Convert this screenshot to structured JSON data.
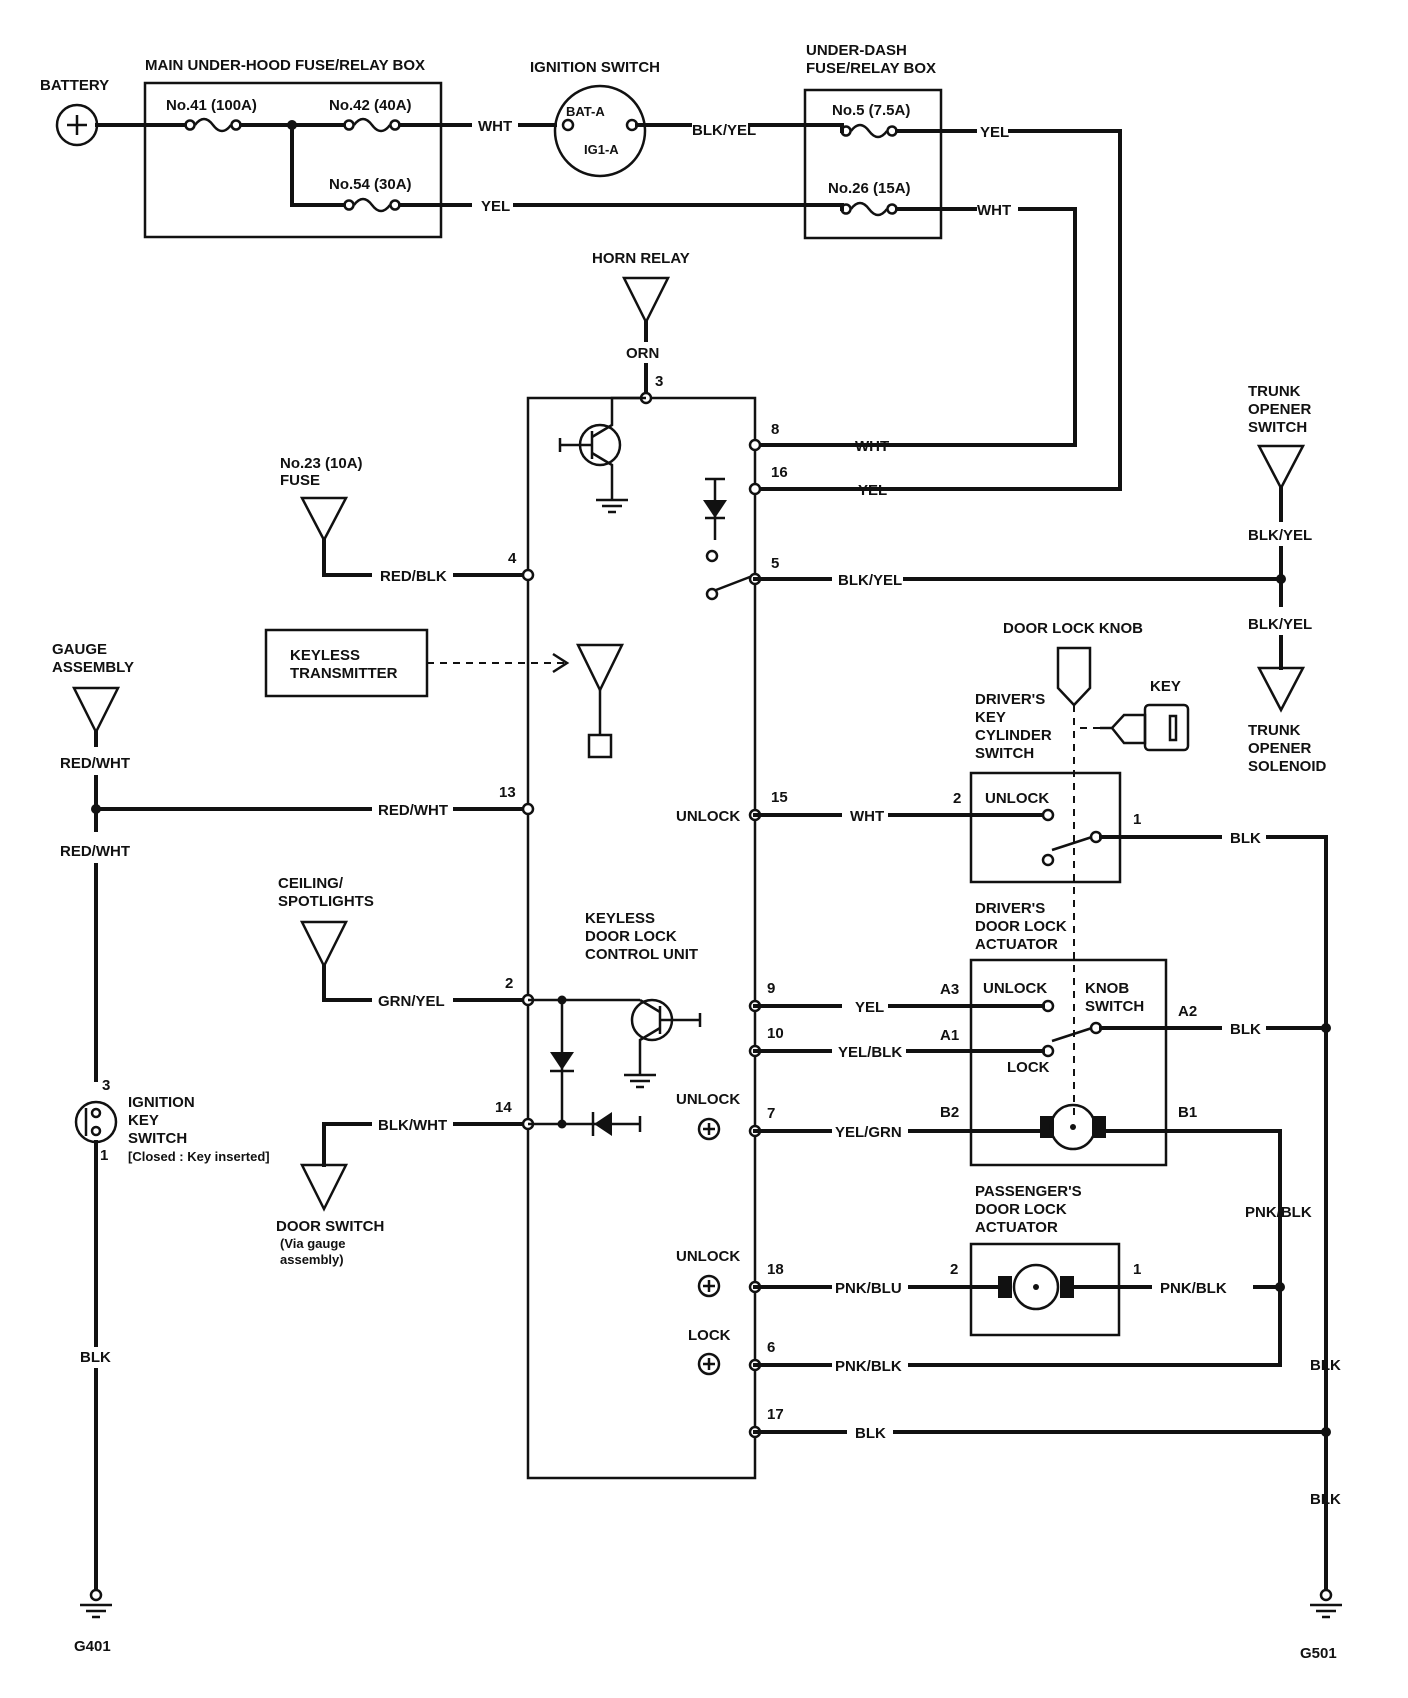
{
  "colors": {
    "ink": "#111111",
    "background": "#ffffff"
  },
  "labels": {
    "battery": "BATTERY",
    "main_fuse_box": "MAIN UNDER-HOOD FUSE/RELAY BOX",
    "fuse_41": "No.41 (100A)",
    "fuse_42": "No.42 (40A)",
    "fuse_54": "No.54 (30A)",
    "ignition_switch": "IGNITION SWITCH",
    "bat_a": "BAT-A",
    "ig1_a": "IG1-A",
    "under_dash_1": "UNDER-DASH",
    "under_dash_2": "FUSE/RELAY BOX",
    "fuse_5": "No.5 (7.5A)",
    "fuse_26": "No.26 (15A)",
    "horn_relay": "HORN RELAY",
    "fuse_23_1": "No.23 (10A)",
    "fuse_23_2": "FUSE",
    "keyless_tx_1": "KEYLESS",
    "keyless_tx_2": "TRANSMITTER",
    "gauge_1": "GAUGE",
    "gauge_2": "ASSEMBLY",
    "ceiling_1": "CEILING/",
    "ceiling_2": "SPOTLIGHTS",
    "control_unit_1": "KEYLESS",
    "control_unit_2": "DOOR LOCK",
    "control_unit_3": "CONTROL UNIT",
    "ign_key_1": "IGNITION",
    "ign_key_2": "KEY",
    "ign_key_3": "SWITCH",
    "ign_key_4": "[Closed : Key inserted]",
    "door_switch_1": "DOOR SWITCH",
    "door_switch_2": "(Via gauge",
    "door_switch_3": "assembly)",
    "trunk_switch_1": "TRUNK",
    "trunk_switch_2": "OPENER",
    "trunk_switch_3": "SWITCH",
    "trunk_solenoid_1": "TRUNK",
    "trunk_solenoid_2": "OPENER",
    "trunk_solenoid_3": "SOLENOID",
    "door_lock_knob": "DOOR LOCK KNOB",
    "key": "KEY",
    "key_cyl_1": "DRIVER'S",
    "key_cyl_2": "KEY",
    "key_cyl_3": "CYLINDER",
    "key_cyl_4": "SWITCH",
    "drv_act_1": "DRIVER'S",
    "drv_act_2": "DOOR LOCK",
    "drv_act_3": "ACTUATOR",
    "pass_act_1": "PASSENGER'S",
    "pass_act_2": "DOOR LOCK",
    "pass_act_3": "ACTUATOR",
    "unlock": "UNLOCK",
    "lock": "LOCK",
    "knob_1": "KNOB",
    "knob_2": "SWITCH",
    "g401": "G401",
    "g501": "G501"
  },
  "wires": {
    "wht": "WHT",
    "yel": "YEL",
    "blk_yel": "BLK/YEL",
    "orn": "ORN",
    "red_blk": "RED/BLK",
    "red_wht": "RED/WHT",
    "grn_yel": "GRN/YEL",
    "blk_wht": "BLK/WHT",
    "yel_blk": "YEL/BLK",
    "yel_grn": "YEL/GRN",
    "pnk_blu": "PNK/BLU",
    "pnk_blk": "PNK/BLK",
    "blk": "BLK"
  },
  "pins": {
    "p1": "1",
    "p2": "2",
    "p3": "3",
    "p4": "4",
    "p5": "5",
    "p6": "6",
    "p7": "7",
    "p8": "8",
    "p9": "9",
    "p10": "10",
    "p13": "13",
    "p14": "14",
    "p15": "15",
    "p16": "16",
    "p17": "17",
    "p18": "18",
    "a1": "A1",
    "a2": "A2",
    "a3": "A3",
    "b1": "B1",
    "b2": "B2"
  }
}
